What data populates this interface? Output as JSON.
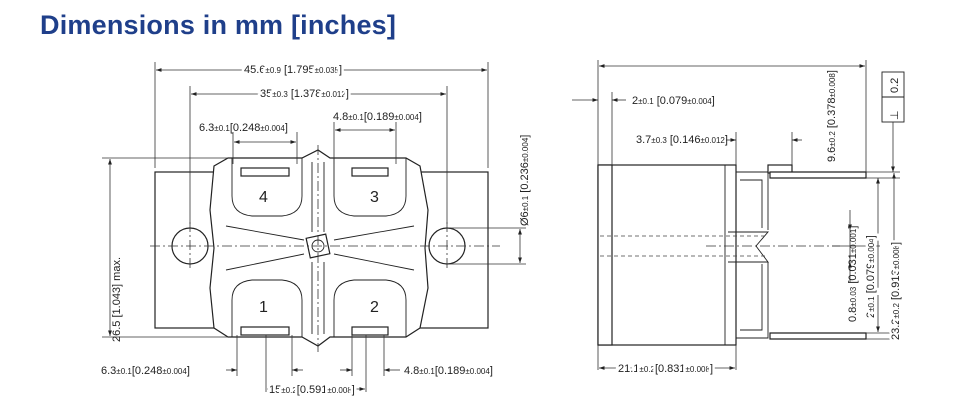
{
  "title": "Dimensions in mm [inches]",
  "front": {
    "overall_width": {
      "nom": "45.6",
      "tol": "±0.9",
      "inch": "[1.795",
      "inch_tol": "±0.035",
      "end": "]"
    },
    "hole_spacing": {
      "nom": "35",
      "tol": "±0.3",
      "inch": "[1.378",
      "inch_tol": "±0.012",
      "end": "]"
    },
    "tab_width_top": {
      "nom": "6.3",
      "tol": "±0.1",
      "inch": "[0.248",
      "inch_tol": "±0.004",
      "end": "]"
    },
    "tab_thick_top": {
      "nom": "4.8",
      "tol": "±0.1",
      "inch": "[0.189",
      "inch_tol": "±0.004",
      "end": "]"
    },
    "hole_dia": {
      "nom": "Ø6",
      "tol": "±0.1",
      "inch": "[0.236",
      "inch_tol": "±0.004",
      "end": "]"
    },
    "height_max": {
      "text": "26.5 [1.043] max."
    },
    "tab_width_bottom": {
      "nom": "6.3",
      "tol": "±0.1",
      "inch": "[0.248",
      "inch_tol": "±0.004",
      "end": "]"
    },
    "tab_thick_bottom": {
      "nom": "4.8",
      "tol": "±0.1",
      "inch": "[0.189",
      "inch_tol": "±0.004",
      "end": "]"
    },
    "tab_spacing": {
      "nom": "15",
      "tol": "±0.2",
      "inch": "[0.591",
      "inch_tol": "±0.008",
      "end": "]"
    },
    "terminals": [
      "4",
      "3",
      "1",
      "2"
    ]
  },
  "side": {
    "top_offset": {
      "nom": "2",
      "tol": "±0.1",
      "inch": "[0.079",
      "inch_tol": "±0.004",
      "end": "]"
    },
    "step": {
      "nom": "3.7",
      "tol": "±0.3",
      "inch": "[0.146",
      "inch_tol": "±0.012",
      "end": "]"
    },
    "total_height": {
      "nom": "9.6",
      "tol": "±0.2",
      "inch": "[0.378",
      "inch_tol": "±0.008",
      "end": "]"
    },
    "flatness": {
      "symbol": "⊥",
      "value": "0.2"
    },
    "small_gap": {
      "nom": "0.8",
      "tol": "±0.03",
      "inch": "[0.031",
      "inch_tol": "±0.001",
      "end": "]"
    },
    "tab_offset": {
      "nom": "2",
      "tol": "±0.1",
      "inch": "[0.079",
      "inch_tol": "±0.004",
      "end": "]"
    },
    "tab_length": {
      "nom": "23.2",
      "tol": "±0.2",
      "inch": "[0.913",
      "inch_tol": "±0.008",
      "end": "]"
    },
    "body_depth": {
      "nom": "21.1",
      "tol": "±0.2",
      "inch": "[0.831",
      "inch_tol": "±0.008",
      "end": "]"
    }
  }
}
